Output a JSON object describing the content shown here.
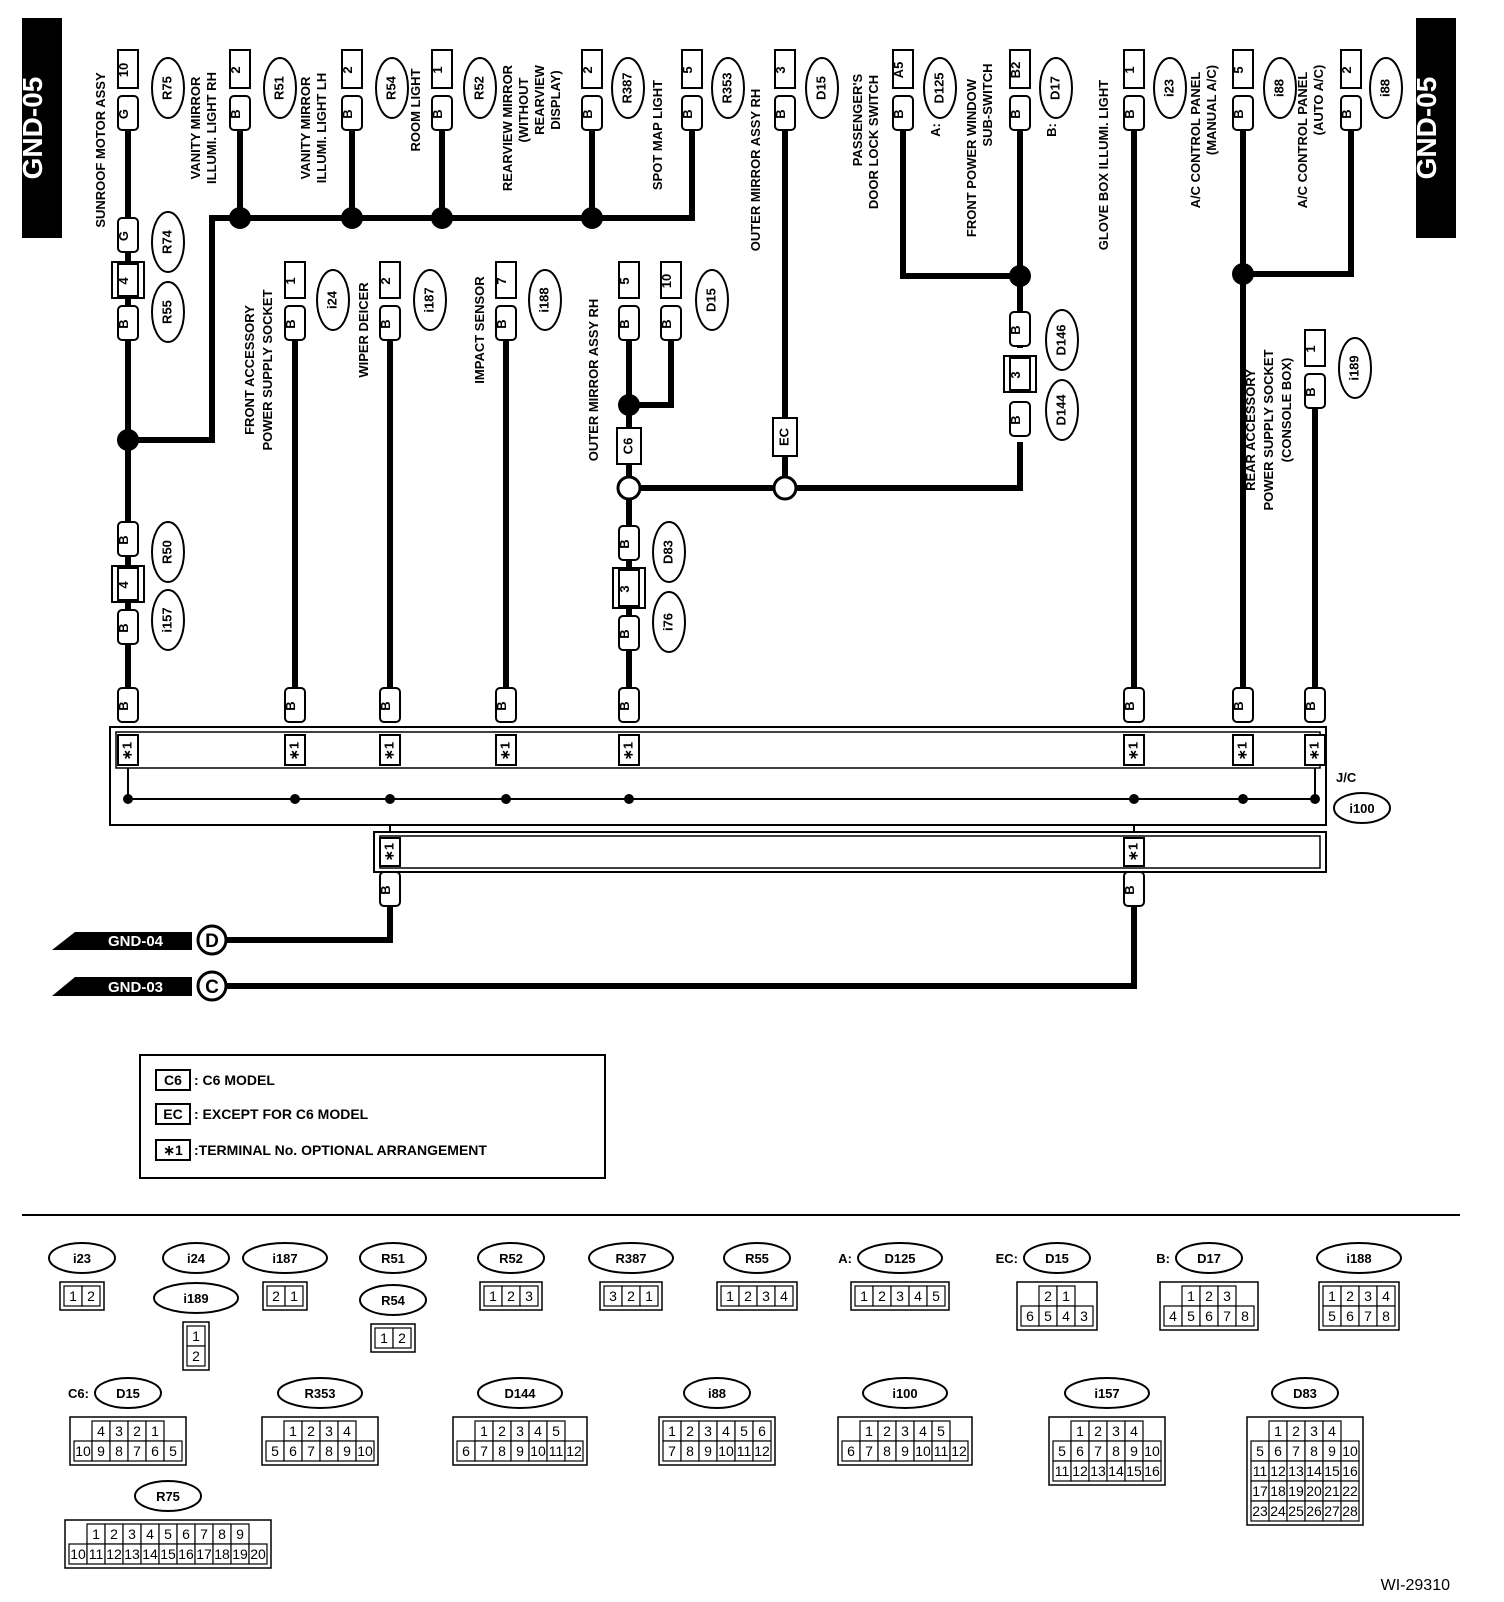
{
  "page_id": "GND-05",
  "figure_code": "WI-29310",
  "components": [
    {
      "id": "sunroof",
      "label": "SUNROOF MOTOR ASSY",
      "conn": "R75",
      "term": "G",
      "pin": "10"
    },
    {
      "id": "vanity_rh",
      "label1": "VANITY MIRROR",
      "label2": "ILLUMI. LIGHT RH",
      "conn": "R51",
      "term": "B",
      "pin": "2"
    },
    {
      "id": "vanity_lh",
      "label1": "VANITY MIRROR",
      "label2": "ILLUMI. LIGHT LH",
      "conn": "R54",
      "term": "B",
      "pin": "2"
    },
    {
      "id": "room",
      "label": "ROOM LIGHT",
      "conn": "R52",
      "term": "B",
      "pin": "1"
    },
    {
      "id": "rearview",
      "label1": "REARVIEW MIRROR",
      "label2": "(WITHOUT",
      "label3": "REARVIEW",
      "label4": "DISPLAY)",
      "conn": "R387",
      "term": "B",
      "pin": "2"
    },
    {
      "id": "spot",
      "label": "SPOT MAP LIGHT",
      "conn": "R353",
      "term": "B",
      "pin": "5"
    },
    {
      "id": "outer_rh_top",
      "label": "OUTER MIRROR ASSY RH",
      "conn": "D15",
      "term": "B",
      "pin": "3"
    },
    {
      "id": "door_lock",
      "label1": "PASSENGER'S",
      "label2": "DOOR LOCK SWITCH",
      "prefix": "A:",
      "conn": "D125",
      "term": "B",
      "pin": "A5"
    },
    {
      "id": "window",
      "label1": "FRONT POWER WINDOW",
      "label2": "SUB-SWITCH",
      "prefix": "B:",
      "conn": "D17",
      "term": "B",
      "pin": "B2"
    },
    {
      "id": "glove",
      "label": "GLOVE BOX ILLUMI. LIGHT",
      "conn": "i23",
      "term": "B",
      "pin": "1"
    },
    {
      "id": "ac_manual",
      "label1": "A/C CONTROL PANEL",
      "label2": "(MANUAL A/C)",
      "conn": "i88",
      "term": "B",
      "pin": "5"
    },
    {
      "id": "ac_auto",
      "label1": "A/C CONTROL PANEL",
      "label2": "(AUTO A/C)",
      "conn": "i88",
      "term": "B",
      "pin": "2"
    },
    {
      "id": "front_socket",
      "label1": "FRONT ACCESSORY",
      "label2": "POWER SUPPLY SOCKET",
      "conn": "i24",
      "term": "B",
      "pin": "1"
    },
    {
      "id": "deicer",
      "label": "WIPER DEICER",
      "conn": "i187",
      "term": "B",
      "pin": "2"
    },
    {
      "id": "impact",
      "label": "IMPACT SENSOR",
      "conn": "i188",
      "term": "B",
      "pin": "7"
    },
    {
      "id": "outer_rh_mid",
      "label": "OUTER MIRROR ASSY RH",
      "conn": "D15",
      "term": "B",
      "pins": [
        "5",
        "10"
      ]
    },
    {
      "id": "rear_socket",
      "label1": "REAR ACCESSORY",
      "label2": "POWER SUPPLY SOCKET",
      "label3": "(CONSOLE BOX)",
      "conn": "i189",
      "term": "B",
      "pin": "1"
    }
  ],
  "inline_connectors": [
    {
      "id": "R74",
      "term": "G"
    },
    {
      "id": "R55",
      "term": "B",
      "pin": "4"
    },
    {
      "id": "R50",
      "term": "B"
    },
    {
      "id": "i157",
      "term": "B",
      "pin": "4"
    },
    {
      "id": "D146",
      "term": "B"
    },
    {
      "id": "D144",
      "term": "B",
      "pin": "3"
    },
    {
      "id": "D83",
      "term": "B"
    },
    {
      "id": "i76",
      "term": "B",
      "pin": "3"
    }
  ],
  "model_marks": {
    "c6": "C6",
    "ec": "EC"
  },
  "jc": {
    "label": "J/C",
    "conn": "i100",
    "terminal_mark": "∗1",
    "wire_color": "B"
  },
  "grounds": [
    {
      "name": "GND-04",
      "letter": "D"
    },
    {
      "name": "GND-03",
      "letter": "C"
    }
  ],
  "legend": [
    {
      "code": "C6",
      "text": ": C6 MODEL"
    },
    {
      "code": "EC",
      "text": ": EXCEPT FOR C6 MODEL"
    },
    {
      "code": "∗1",
      "text": ":TERMINAL No. OPTIONAL ARRANGEMENT"
    }
  ],
  "connector_views": [
    {
      "prefix": "",
      "id": "i23",
      "rows": [
        [
          "1",
          "2"
        ]
      ]
    },
    {
      "prefix": "",
      "id": "i24",
      "rows": []
    },
    {
      "prefix": "",
      "id": "i189",
      "rows": [
        [
          "1"
        ],
        [
          "2"
        ]
      ]
    },
    {
      "prefix": "",
      "id": "i187",
      "rows": [
        [
          "2",
          "1"
        ]
      ]
    },
    {
      "prefix": "",
      "id": "R51",
      "rows": []
    },
    {
      "prefix": "",
      "id": "R54",
      "rows": [
        [
          "1",
          "2"
        ]
      ]
    },
    {
      "prefix": "",
      "id": "R52",
      "rows": [
        [
          "1",
          "2",
          "3"
        ]
      ]
    },
    {
      "prefix": "",
      "id": "R387",
      "rows": [
        [
          "3",
          "2",
          "1"
        ]
      ]
    },
    {
      "prefix": "",
      "id": "R55",
      "rows": [
        [
          "1",
          "2",
          "3",
          "4"
        ]
      ]
    },
    {
      "prefix": "A:",
      "id": "D125",
      "rows": [
        [
          "1",
          "2",
          "3",
          "4",
          "5"
        ]
      ]
    },
    {
      "prefix": "EC:",
      "id": "D15",
      "rows": [
        [
          "2",
          "1"
        ],
        [
          "6",
          "5",
          "4",
          "3"
        ]
      ]
    },
    {
      "prefix": "B:",
      "id": "D17",
      "rows": [
        [
          "1",
          "2",
          "3"
        ],
        [
          "4",
          "5",
          "6",
          "7",
          "8"
        ]
      ]
    },
    {
      "prefix": "",
      "id": "i188",
      "rows": [
        [
          "1",
          "2",
          "3",
          "4"
        ],
        [
          "5",
          "6",
          "7",
          "8"
        ]
      ]
    },
    {
      "prefix": "C6:",
      "id": "D15",
      "rows": [
        [
          "4",
          "3",
          "2",
          "1"
        ],
        [
          "10",
          "9",
          "8",
          "7",
          "6",
          "5"
        ]
      ]
    },
    {
      "prefix": "",
      "id": "R353",
      "rows": [
        [
          "1",
          "2",
          "3",
          "4"
        ],
        [
          "5",
          "6",
          "7",
          "8",
          "9",
          "10"
        ]
      ]
    },
    {
      "prefix": "",
      "id": "D144",
      "rows": [
        [
          "1",
          "2",
          "3",
          "4",
          "5"
        ],
        [
          "6",
          "7",
          "8",
          "9",
          "10",
          "11",
          "12"
        ]
      ]
    },
    {
      "prefix": "",
      "id": "i88",
      "rows": [
        [
          "1",
          "2",
          "3",
          "4",
          "5",
          "6"
        ],
        [
          "7",
          "8",
          "9",
          "10",
          "11",
          "12"
        ]
      ]
    },
    {
      "prefix": "",
      "id": "i100",
      "rows": [
        [
          "1",
          "2",
          "3",
          "4",
          "5"
        ],
        [
          "6",
          "7",
          "8",
          "9",
          "10",
          "11",
          "12"
        ]
      ]
    },
    {
      "prefix": "",
      "id": "i157",
      "rows": [
        [
          "1",
          "2",
          "3",
          "4"
        ],
        [
          "5",
          "6",
          "7",
          "8",
          "9",
          "10"
        ],
        [
          "11",
          "12",
          "13",
          "14",
          "15",
          "16"
        ]
      ]
    },
    {
      "prefix": "",
      "id": "D83",
      "rows": [
        [
          "1",
          "2",
          "3",
          "4"
        ],
        [
          "5",
          "6",
          "7",
          "8",
          "9",
          "10"
        ],
        [
          "11",
          "12",
          "13",
          "14",
          "15",
          "16"
        ],
        [
          "17",
          "18",
          "19",
          "20",
          "21",
          "22"
        ],
        [
          "23",
          "24",
          "25",
          "26",
          "27",
          "28"
        ]
      ]
    },
    {
      "prefix": "",
      "id": "R75",
      "rows": [
        [
          "1",
          "2",
          "3",
          "4",
          "5",
          "6",
          "7",
          "8",
          "9"
        ],
        [
          "10",
          "11",
          "12",
          "13",
          "14",
          "15",
          "16",
          "17",
          "18",
          "19",
          "20"
        ]
      ]
    }
  ]
}
